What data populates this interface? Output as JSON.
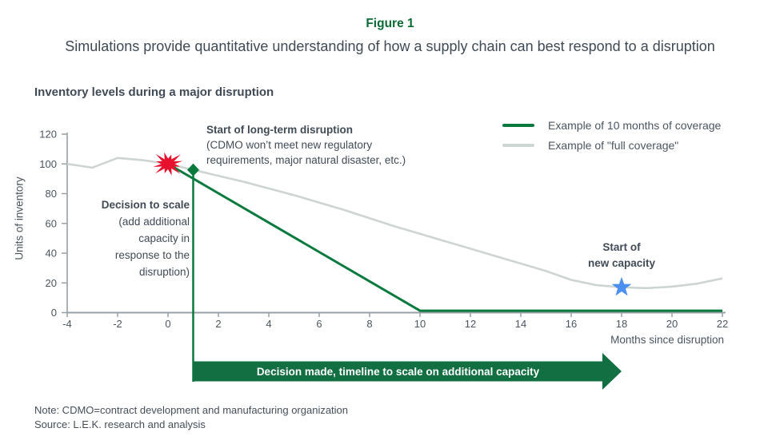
{
  "header": {
    "figure_label": "Figure 1",
    "subtitle": "Simulations provide quantitative understanding of how a supply chain can best respond to a disruption"
  },
  "chart_heading": "Inventory levels during a major disruption",
  "legend": {
    "items": [
      {
        "label": "Example of 10 months of coverage",
        "color": "#087a3e"
      },
      {
        "label": "Example of \"full coverage\"",
        "color": "#cdd5d3"
      }
    ]
  },
  "annotations": {
    "disruption": {
      "title": "Start of long-term disruption",
      "line2": "(CDMO won’t meet new regulatory",
      "line3": "requirements, major natural disaster, etc.)"
    },
    "decision": {
      "title": "Decision to scale",
      "lines": [
        "(add additional",
        "capacity in",
        "response to the",
        "disruption)"
      ]
    },
    "new_capacity": {
      "line1": "Start of",
      "line2": "new capacity"
    },
    "arrow_label": "Decision made, timeline to scale on additional capacity"
  },
  "footer": {
    "note": "Note: CDMO=contract development and manufacturing organization",
    "source": "Source: L.E.K. research and analysis"
  },
  "colors": {
    "brand_green": "#087a3e",
    "title_green": "#0a6b35",
    "arrow_green": "#116f41",
    "full_coverage_gray": "#cdd5d3",
    "axis_gray": "#97a0a4",
    "text_dark": "#414b56",
    "burst_red": "#e8112d",
    "star_blue": "#4b8ff0"
  },
  "chart_data": {
    "type": "line",
    "title": "Inventory levels during a major disruption",
    "xlabel": "Months since disruption",
    "ylabel": "Units of inventory",
    "xlim": [
      -4,
      22
    ],
    "ylim": [
      0,
      120
    ],
    "x_ticks": [
      -4,
      -2,
      0,
      2,
      4,
      6,
      8,
      10,
      12,
      14,
      16,
      18,
      20,
      22
    ],
    "y_ticks": [
      0,
      20,
      40,
      60,
      80,
      100,
      120
    ],
    "grid": false,
    "legend_position": "top-right",
    "axis_color": "#97a0a4",
    "tick_text_color": "#4a5560",
    "series": [
      {
        "name": "Example of 10 months of coverage",
        "color": "#087a3e",
        "points": [
          [
            0,
            100
          ],
          [
            10,
            0
          ],
          [
            22,
            0
          ]
        ]
      },
      {
        "name": "Example of \"full coverage\"",
        "color": "#cdd5d3",
        "points": [
          [
            -4,
            100
          ],
          [
            -3,
            97.5
          ],
          [
            -2,
            104
          ],
          [
            -1,
            102.5
          ],
          [
            0,
            100
          ],
          [
            1,
            96
          ],
          [
            3,
            88
          ],
          [
            5,
            79
          ],
          [
            7,
            69
          ],
          [
            9,
            58
          ],
          [
            11,
            48
          ],
          [
            12,
            43
          ],
          [
            13,
            38
          ],
          [
            14,
            33
          ],
          [
            15,
            28
          ],
          [
            16,
            22
          ],
          [
            17,
            18.5
          ],
          [
            18,
            17
          ],
          [
            19,
            16.5
          ],
          [
            20,
            17.5
          ],
          [
            21,
            19.5
          ],
          [
            22,
            23
          ]
        ]
      }
    ],
    "markers": [
      {
        "type": "burst",
        "x": 0,
        "y": 100,
        "color": "#e8112d"
      },
      {
        "type": "diamond",
        "x": 1,
        "y": 96,
        "color": "#087a3e"
      },
      {
        "type": "star",
        "x": 18,
        "y": 17,
        "color": "#4b8ff0"
      }
    ],
    "decision_line_x": 1,
    "arrow": {
      "from_x": 1,
      "to_x": 18,
      "color": "#116f41",
      "label": "Decision made, timeline to scale on additional capacity"
    }
  }
}
